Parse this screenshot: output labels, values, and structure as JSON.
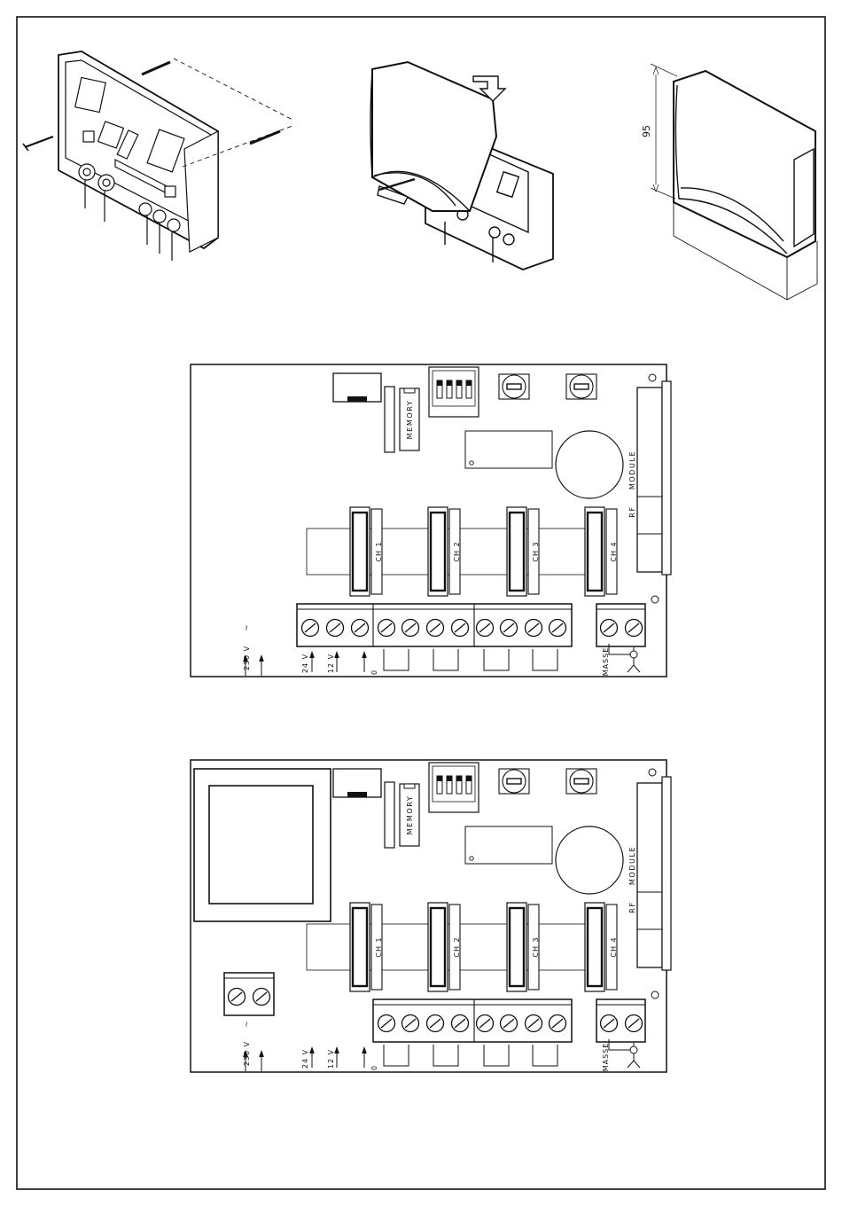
{
  "dimension_label": "95",
  "board_labels": {
    "memory": "MEMORY",
    "module": "MODULE",
    "rf": "RF",
    "channels": [
      "CH 1",
      "CH 2",
      "CH 3",
      "CH 4"
    ],
    "masse": "MASSE",
    "ac_230": "230 V",
    "ac_symbol": "~",
    "v24": "24 V",
    "v12": "12 V",
    "zero": "0"
  },
  "colors": {
    "line": "#111111",
    "background": "#ffffff"
  }
}
